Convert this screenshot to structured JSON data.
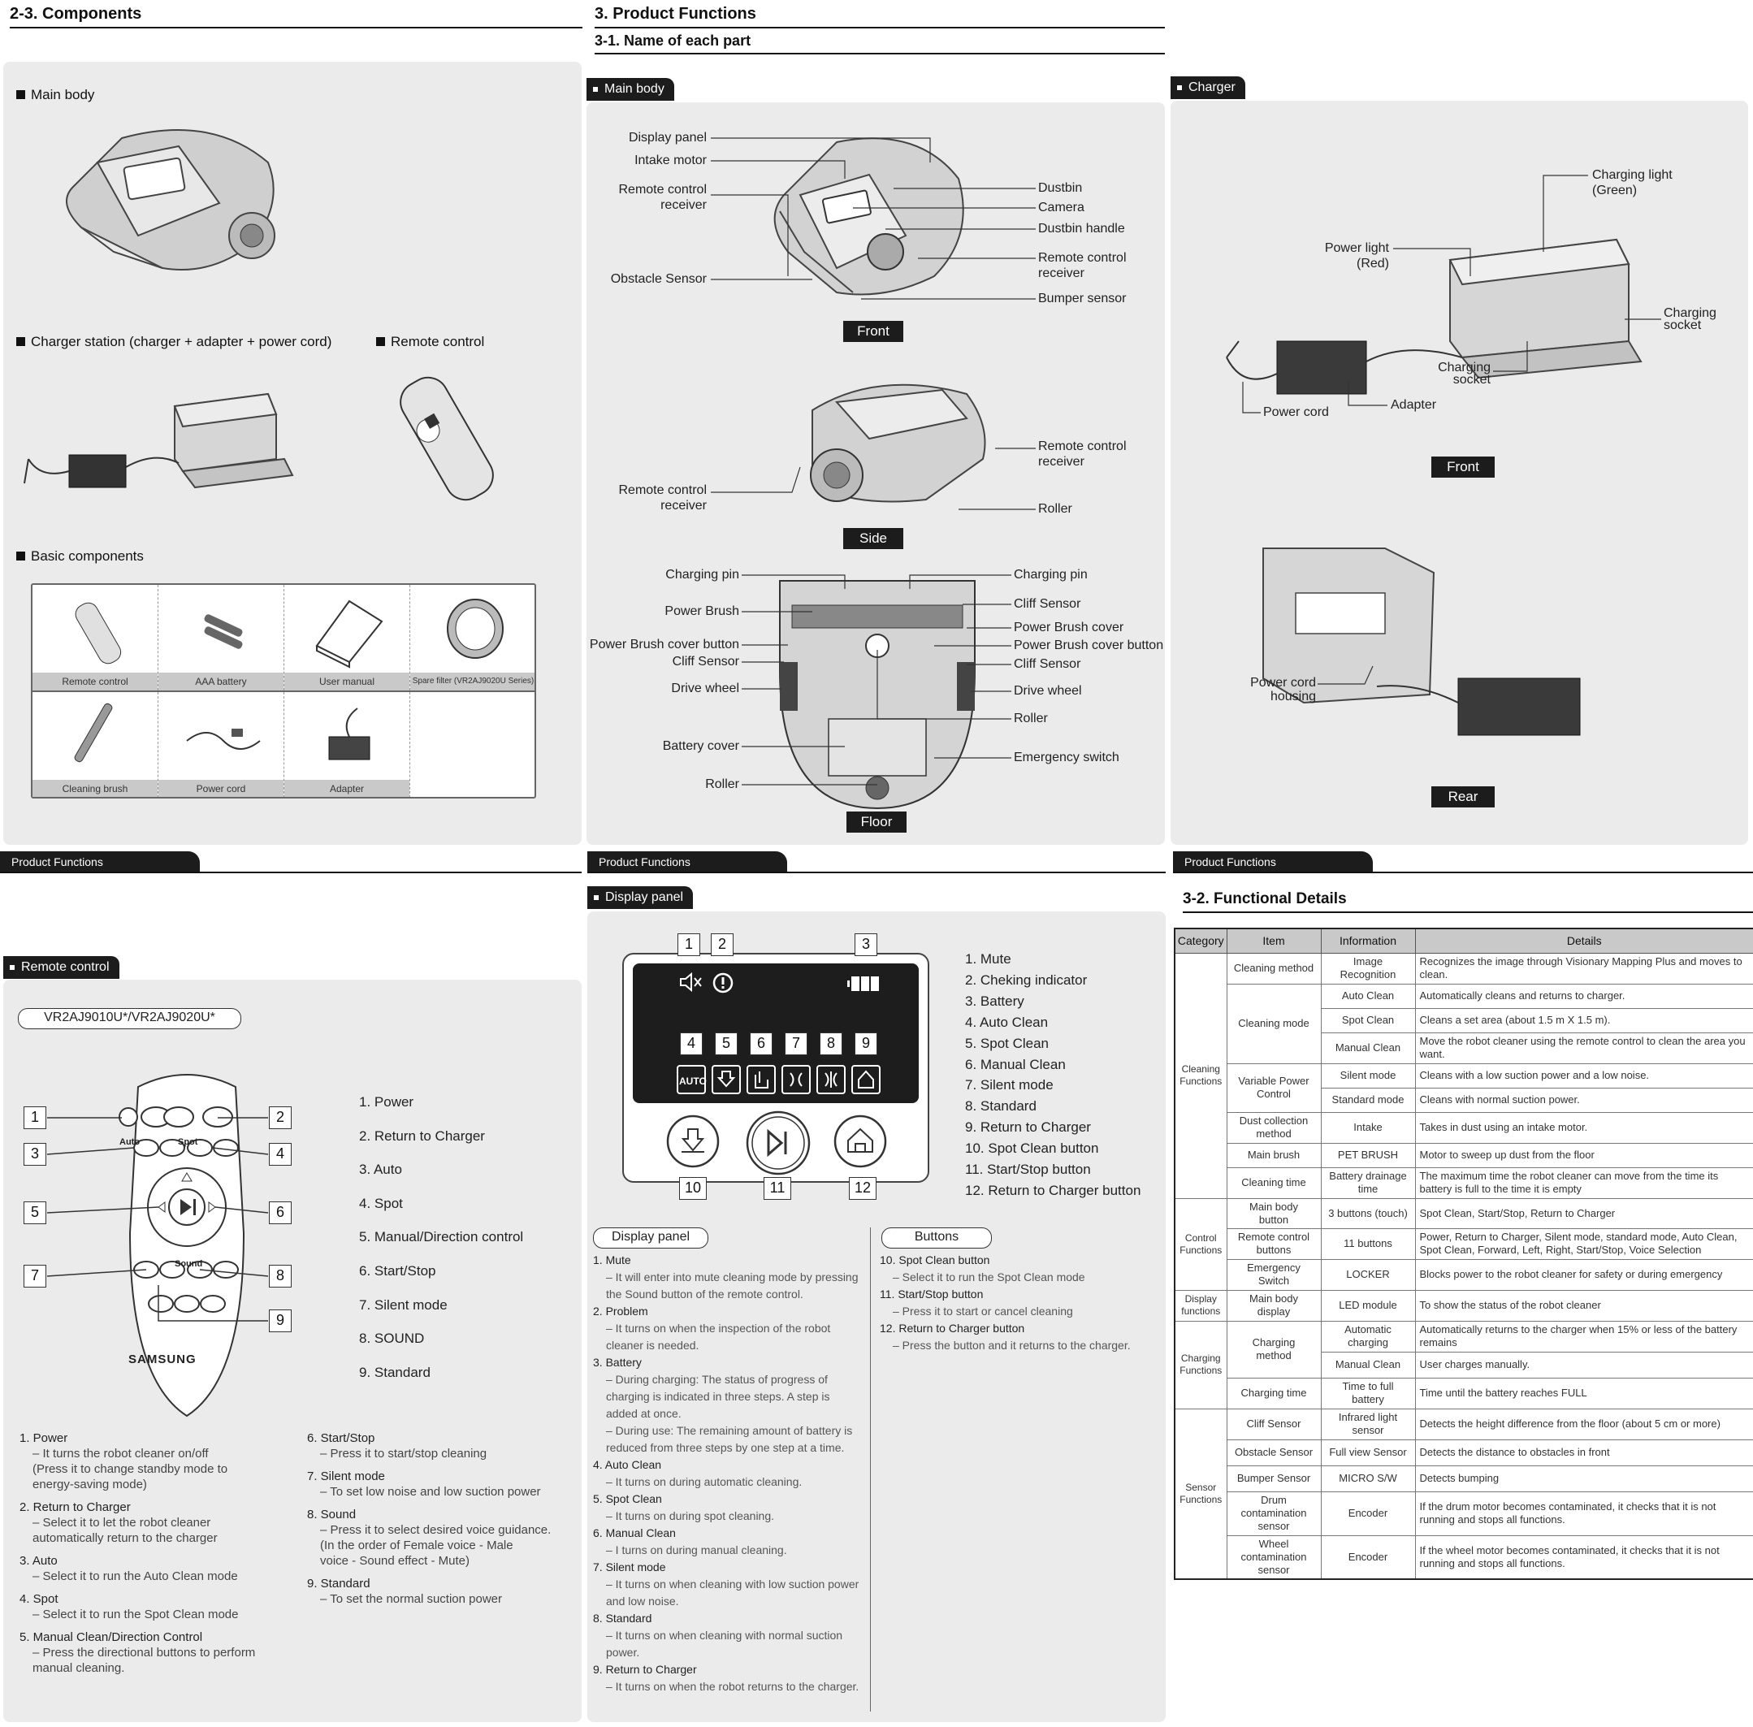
{
  "components": {
    "section_title": "2-3. Components",
    "main_body": "Main body",
    "charger_station": "Charger station (charger + adapter + power cord)",
    "remote_control": "Remote control",
    "basic_components": "Basic components",
    "items": [
      "Remote control",
      "AAA battery",
      "User manual",
      "Spare filter (VR2AJ9020U Series)",
      "Cleaning brush",
      "Power cord",
      "Adapter"
    ]
  },
  "product_functions": {
    "section_title": "3. Product Functions",
    "subsection_title": "3-1. Name of each part",
    "main_body_tag": "Main body",
    "charger_tag": "Charger",
    "front": {
      "left": [
        "Display panel",
        "Intake motor",
        "Remote control\nreceiver",
        "Obstacle Sensor"
      ],
      "right": [
        "Dustbin",
        "Camera",
        "Dustbin handle",
        "Remote control\nreceiver",
        "Bumper sensor"
      ],
      "label": "Front"
    },
    "side": {
      "left": [
        "Remote control\nreceiver"
      ],
      "right": [
        "Remote control\nreceiver",
        "Roller"
      ],
      "label": "Side"
    },
    "floor": {
      "left": [
        "Charging pin",
        "Power Brush",
        "Power Brush cover button",
        "Cliff Sensor",
        "Drive wheel",
        "Battery cover",
        "Roller"
      ],
      "right": [
        "Charging pin",
        "Cliff Sensor",
        "Power Brush cover",
        "Power Brush cover button",
        "Cliff Sensor",
        "Drive wheel",
        "Roller",
        "Emergency switch"
      ],
      "label": "Floor"
    },
    "charger_front": {
      "charging_light": "Charging light\n(Green)",
      "power_light": "Power light\n(Red)",
      "charging_socket_right": "Charging\nsocket",
      "charging_socket_mid": "Charging\nsocket",
      "adapter": "Adapter",
      "power_cord": "Power cord",
      "label": "Front"
    },
    "charger_rear": {
      "housing": "Power cord\nhousing",
      "label": "Rear"
    }
  },
  "footer_bar": "Product Functions",
  "remote": {
    "tag": "Remote control",
    "model": "VR2AJ9010U*/VR2AJ9020U*",
    "auto_label": "Auto",
    "spot_label": "Spot",
    "sound_label": "Sound",
    "brand": "SAMSUNG",
    "numbers": [
      "1",
      "2",
      "3",
      "4",
      "5",
      "6",
      "7",
      "8",
      "9"
    ],
    "list": [
      "1. Power",
      "2. Return to Charger",
      "3. Auto",
      "4. Spot",
      "5. Manual/Direction control",
      "6. Start/Stop",
      "7. Silent mode",
      "8. SOUND",
      "9. Standard"
    ],
    "desc_left": [
      {
        "h": "1. Power",
        "s": [
          "– It turns the robot cleaner on/off",
          "(Press it to change standby mode to",
          "energy-saving mode)"
        ]
      },
      {
        "h": "2. Return to Charger",
        "s": [
          "– Select it to let the robot cleaner",
          "automatically return to the charger"
        ]
      },
      {
        "h": "3. Auto",
        "s": [
          "– Select it to run the Auto Clean mode"
        ]
      },
      {
        "h": "4. Spot",
        "s": [
          "–  Select it to run the Spot Clean mode"
        ]
      },
      {
        "h": "5. Manual Clean/Direction Control",
        "s": [
          "– Press the directional buttons to perform",
          "manual cleaning."
        ]
      }
    ],
    "desc_right": [
      {
        "h": "6. Start/Stop",
        "s": [
          "– Press it to start/stop cleaning"
        ]
      },
      {
        "h": "7. Silent mode",
        "s": [
          "– To set low noise and low suction power"
        ]
      },
      {
        "h": "8. Sound",
        "s": [
          "– Press it to select desired voice guidance.",
          "(In the order of Female voice - Male",
          "voice - Sound effect - Mute)"
        ]
      },
      {
        "h": "9. Standard",
        "s": [
          "– To set the normal suction power"
        ]
      }
    ]
  },
  "display_panel": {
    "tag": "Display panel",
    "icon_labels": [
      "AUTO"
    ],
    "numbers": [
      "1",
      "2",
      "3",
      "4",
      "5",
      "6",
      "7",
      "8",
      "9",
      "10",
      "11",
      "12"
    ],
    "list": [
      "1. Mute",
      "2. Cheking indicator",
      "3. Battery",
      "4. Auto Clean",
      "5. Spot Clean",
      "6. Manual Clean",
      "7. Silent mode",
      "8. Standard",
      "9. Return to Charger",
      "10. Spot Clean button",
      "11. Start/Stop button",
      "12. Return to Charger button"
    ],
    "pill_left": "Display panel",
    "pill_right": "Buttons",
    "desc_left": [
      {
        "h": "1. Mute",
        "s": [
          "– It will enter into mute cleaning mode by pressing",
          "the Sound button of the remote control."
        ]
      },
      {
        "h": "2. Problem",
        "s": [
          "– It turns on when the inspection of the robot",
          "cleaner is needed."
        ]
      },
      {
        "h": "3. Battery",
        "s": [
          "– During charging: The status of progress of",
          "charging is indicated in three steps. A step is",
          "added at once.",
          "– During use: The remaining amount of battery is",
          "reduced from three steps by one step at a time."
        ]
      },
      {
        "h": "4. Auto Clean",
        "s": [
          "– It turns on during automatic cleaning."
        ]
      },
      {
        "h": "5. Spot Clean",
        "s": [
          "– It turns on during spot cleaning."
        ]
      },
      {
        "h": "6. Manual Clean",
        "s": [
          "– I turns on during manual cleaning."
        ]
      },
      {
        "h": "7. Silent mode",
        "s": [
          "– It turns on when cleaning with low suction power",
          "and low noise."
        ]
      },
      {
        "h": "8. Standard",
        "s": [
          "– It turns on when cleaning with normal suction",
          "power."
        ]
      },
      {
        "h": "9. Return to Charger",
        "s": [
          "– It turns on when the robot returns to the charger."
        ]
      }
    ],
    "desc_right": [
      {
        "h": "10. Spot Clean button",
        "s": [
          "– Select it to run the Spot Clean mode"
        ]
      },
      {
        "h": "11. Start/Stop button",
        "s": [
          "– Press it to start or cancel cleaning"
        ]
      },
      {
        "h": "12. Return to Charger button",
        "s": [
          "– Press the button and it returns to the charger."
        ]
      }
    ]
  },
  "functional": {
    "title": "3-2. Functional Details",
    "headers": [
      "Category",
      "Item",
      "Information",
      "Details"
    ],
    "cats": {
      "cleaning": "Cleaning\nFunctions",
      "control": "Control\nFunctions",
      "display": "Display\nfunctions",
      "charging": "Charging\nFunctions",
      "sensor": "Sensor\nFunctions"
    },
    "rows": {
      "r1": {
        "item": "Cleaning method",
        "info": "Image\nRecognition",
        "details": "Recognizes the image through Visionary Mapping Plus and moves to clean."
      },
      "r2_item": "Cleaning mode",
      "r2": {
        "info": "Auto Clean",
        "details": "Automatically cleans and returns to charger."
      },
      "r3": {
        "info": "Spot Clean",
        "details": "Cleans a set area (about 1.5 m X 1.5 m)."
      },
      "r4": {
        "info": "Manual Clean",
        "details": "Move the robot cleaner using the remote control to clean the area you want."
      },
      "r5_item": "Variable Power\nControl",
      "r5": {
        "info": "Silent mode",
        "details": "Cleans with a low suction power and a low noise."
      },
      "r6": {
        "info": "Standard mode",
        "details": "Cleans with normal suction power."
      },
      "r7": {
        "item": "Dust collection\nmethod",
        "info": "Intake",
        "details": "Takes in dust using an intake motor."
      },
      "r8": {
        "item": "Main brush",
        "info": "PET BRUSH",
        "details": "Motor to sweep up dust from the floor"
      },
      "r9": {
        "item": "Cleaning time",
        "info": "Battery drainage\ntime",
        "details": "The maximum time the robot cleaner can move from the time its battery is full to the time it is empty"
      },
      "r10": {
        "item": "Main body\nbutton",
        "info": "3 buttons (touch)",
        "details": "Spot Clean, Start/Stop, Return to Charger"
      },
      "r11": {
        "item": "Remote control\nbuttons",
        "info": "11 buttons",
        "details": "Power, Return to Charger, Silent mode, standard mode, Auto Clean, Spot Clean, Forward, Left, Right, Start/Stop, Voice Selection"
      },
      "r12": {
        "item": "Emergency\nSwitch",
        "info": "LOCKER",
        "details": "Blocks power to the robot cleaner for safety or during emergency"
      },
      "r13": {
        "item": "Main body\ndisplay",
        "info": "LED module",
        "details": "To show the status of the robot cleaner"
      },
      "r14_item": "Charging\nmethod",
      "r14": {
        "info": "Automatic\ncharging",
        "details": "Automatically returns to the charger when 15% or less of the battery remains"
      },
      "r15": {
        "info": "Manual Clean",
        "details": "User charges manually."
      },
      "r16": {
        "item": "Charging time",
        "info": "Time to full\nbattery",
        "details": "Time until the battery reaches FULL"
      },
      "r17": {
        "item": "Cliff Sensor",
        "info": "Infrared light\nsensor",
        "details": "Detects the height difference from the floor (about 5 cm or more)"
      },
      "r18": {
        "item": "Obstacle Sensor",
        "info": "Full view Sensor",
        "details": "Detects the distance to obstacles in front"
      },
      "r19": {
        "item": "Bumper Sensor",
        "info": "MICRO S/W",
        "details": "Detects bumping"
      },
      "r20": {
        "item": "Drum\ncontamination\nsensor",
        "info": "Encoder",
        "details": "If the drum motor becomes contaminated, it checks that it is not running and stops all functions."
      },
      "r21": {
        "item": "Wheel\ncontamination\nsensor",
        "info": "Encoder",
        "details": "If the wheel motor becomes contaminated, it checks that it is not running and stops all functions."
      }
    }
  }
}
